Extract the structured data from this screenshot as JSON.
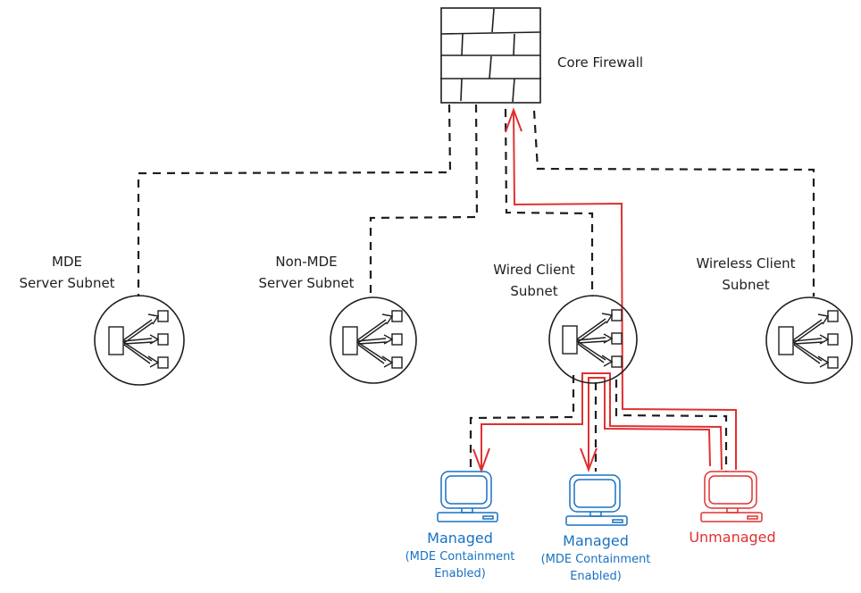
{
  "diagram": {
    "colors": {
      "stroke": "#1e1e1e",
      "managed": "#1971c2",
      "unmanaged": "#e03131",
      "background": "#ffffff"
    },
    "firewall": {
      "label": "Core Firewall",
      "icon": "firewall-brick-icon"
    },
    "subnets": [
      {
        "id": "mde-server",
        "label_lines": [
          "MDE",
          "Server Subnet"
        ],
        "icon": "network-switch-icon"
      },
      {
        "id": "non-mde-server",
        "label_lines": [
          "Non-MDE",
          "Server Subnet"
        ],
        "icon": "network-switch-icon"
      },
      {
        "id": "wired-client",
        "label_lines": [
          "Wired Client",
          "Subnet"
        ],
        "icon": "network-switch-icon"
      },
      {
        "id": "wireless-client",
        "label_lines": [
          "Wireless Client",
          "Subnet"
        ],
        "icon": "network-switch-icon"
      }
    ],
    "devices": [
      {
        "id": "managed-1",
        "title": "Managed",
        "sub_lines": [
          "(MDE Containment",
          "Enabled)"
        ],
        "status": "managed",
        "icon": "computer-icon"
      },
      {
        "id": "managed-2",
        "title": "Managed",
        "sub_lines": [
          "(MDE Containment",
          "Enabled)"
        ],
        "status": "managed",
        "icon": "computer-icon"
      },
      {
        "id": "unmanaged",
        "title": "Unmanaged",
        "sub_lines": [],
        "status": "unmanaged",
        "icon": "computer-icon"
      }
    ],
    "connections": [
      {
        "from": "firewall",
        "to": "mde-server",
        "style": "dashed"
      },
      {
        "from": "firewall",
        "to": "non-mde-server",
        "style": "dashed"
      },
      {
        "from": "firewall",
        "to": "wired-client",
        "style": "dashed"
      },
      {
        "from": "firewall",
        "to": "wireless-client",
        "style": "dashed"
      },
      {
        "from": "wired-client",
        "to": "managed-1",
        "style": "dashed"
      },
      {
        "from": "wired-client",
        "to": "managed-2",
        "style": "dashed"
      },
      {
        "from": "wired-client",
        "to": "unmanaged",
        "style": "dashed"
      },
      {
        "from": "unmanaged",
        "to": "firewall",
        "style": "red-arrow"
      },
      {
        "from": "unmanaged",
        "to": "managed-1",
        "style": "red-arrow"
      },
      {
        "from": "unmanaged",
        "to": "managed-2",
        "style": "red-arrow"
      }
    ]
  }
}
